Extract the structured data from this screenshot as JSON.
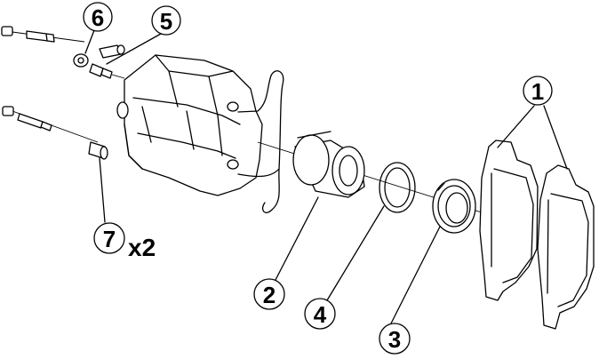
{
  "callouts": [
    {
      "id": "1",
      "label": "1"
    },
    {
      "id": "2",
      "label": "2"
    },
    {
      "id": "3",
      "label": "3"
    },
    {
      "id": "4",
      "label": "4"
    },
    {
      "id": "5",
      "label": "5"
    },
    {
      "id": "6",
      "label": "6"
    },
    {
      "id": "7",
      "label": "7"
    }
  ],
  "quantity": {
    "part": "7",
    "label": "x2"
  },
  "colors": {
    "ink": "#000000",
    "paper": "#ffffff"
  }
}
